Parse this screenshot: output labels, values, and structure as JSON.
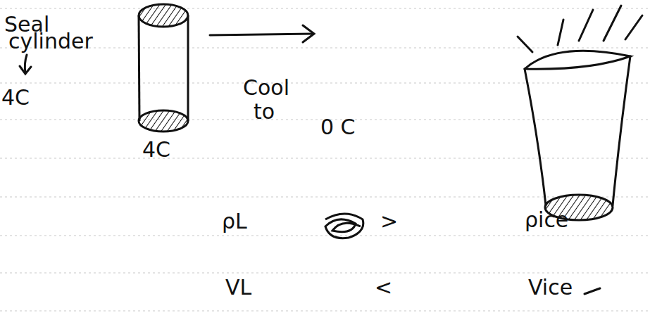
{
  "diagram": {
    "labels": [
      "Seal",
      "cylinder",
      "4C",
      "4C",
      "Cool",
      "to",
      "0 C",
      "ρL",
      ">",
      "ρice",
      "VL",
      "<",
      "Vice"
    ]
  }
}
